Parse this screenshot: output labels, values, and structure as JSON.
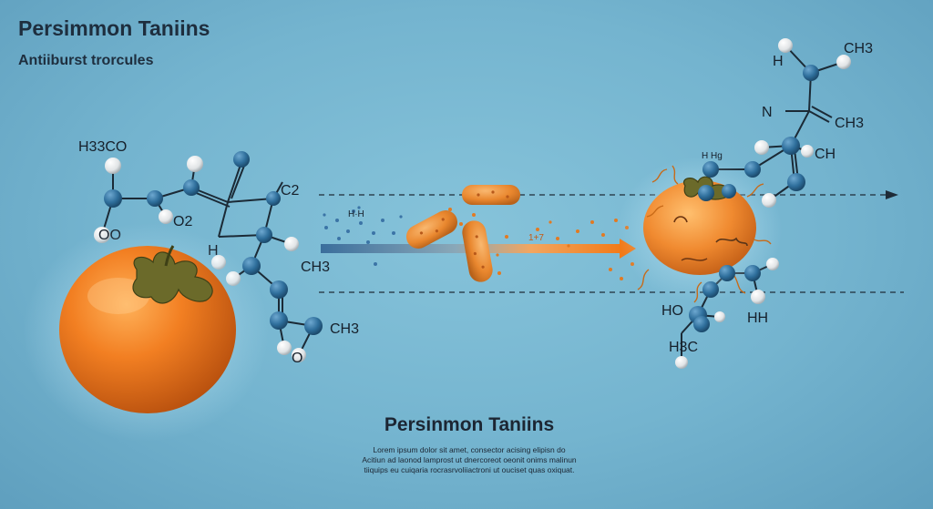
{
  "header": {
    "title": "Persimmon Taniins",
    "subtitle": "Antiiburst trorcules"
  },
  "center": {
    "title": "Persinmon Taniins",
    "lorem_lines": [
      "Lorem ipsum dolor sit amet, consector acising elipisn do",
      "Acitiun ad laonod lamprost ut dnercoreot oeonit onims malinun",
      "tiiquips eu cuiqaria rocrasrvoliiactroni ut ouciset quas oxiquat."
    ]
  },
  "labels": {
    "left_molecule": {
      "h3co": "H33CO",
      "c2": "C2",
      "o2": "O2",
      "oo": "OO",
      "h": "H",
      "ch3_a": "CH3",
      "ch3_b": "CH3",
      "o": "O"
    },
    "middle": {
      "hh": "H·H",
      "mid_label": "1+7"
    },
    "right_molecule": {
      "h_top": "H",
      "ch3_top": "CH3",
      "n": "N",
      "ch3_mid": "CH3",
      "ch": "CH",
      "hfg": "H Hg",
      "ho": "HO",
      "hh": "HH",
      "h3c": "H3C"
    }
  },
  "colors": {
    "background": "#74b4cf",
    "atom_blue": "#2f6f9c",
    "atom_white": "#eeeeee",
    "persimmon": "#ee7d22",
    "leaf": "#6b6a2a",
    "arrow_orange": "#f07d1e",
    "arrow_blue": "#3c6e9a"
  }
}
